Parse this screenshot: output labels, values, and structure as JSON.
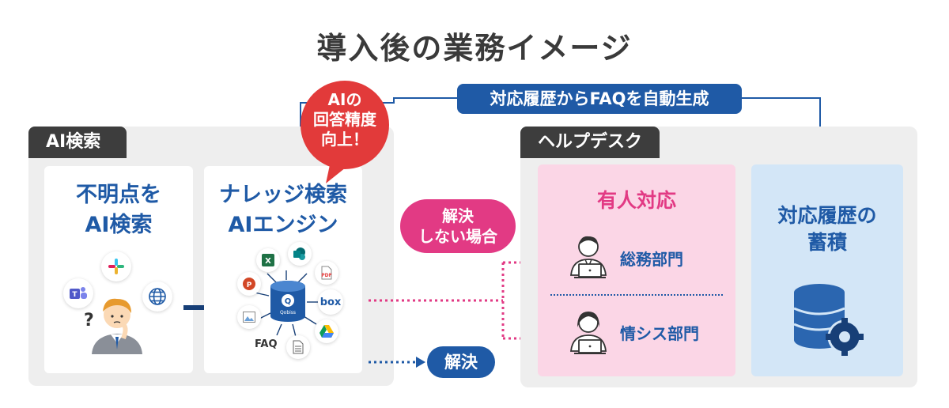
{
  "title": "導入後の業務イメージ",
  "ai_search": {
    "tag": "AI検索",
    "card1_line1": "不明点を",
    "card1_line2": "AI検索",
    "card2_line1": "ナレッジ検索",
    "card2_line2": "AIエンジン"
  },
  "bubble": {
    "line1": "AIの",
    "line2": "回答精度",
    "line3": "向上！"
  },
  "faq_label": "対応履歴からFAQを自動生成",
  "unresolved_line1": "解決",
  "unresolved_line2": "しない場合",
  "resolved": "解決",
  "helpdesk": {
    "tag": "ヘルプデスク",
    "manned_title": "有人対応",
    "dept1": "総務部門",
    "dept2": "情シス部門",
    "history_line1": "対応履歴の",
    "history_line2": "蓄積"
  },
  "icons": {
    "faq_text": "FAQ",
    "box_text": "box",
    "db_text": "Qobiss"
  },
  "colors": {
    "blue": "#1f5aa6",
    "pink": "#e23a84",
    "dark_tag": "#3d3d3d",
    "panel_gray": "#eeeeee",
    "pink_panel": "#fbd6e6",
    "blue_panel": "#d3e6f7"
  }
}
